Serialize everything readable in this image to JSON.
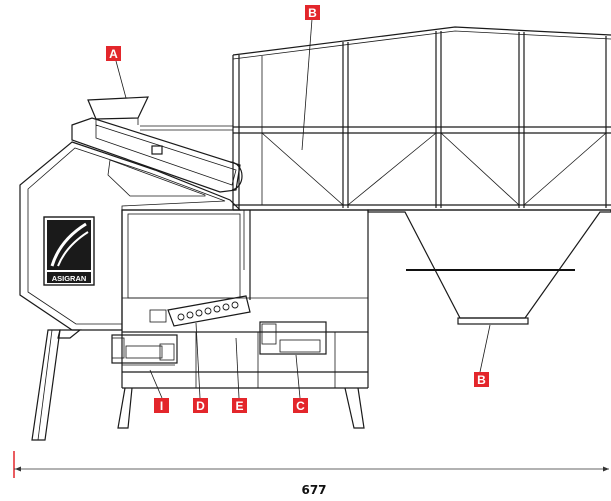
{
  "callouts": [
    {
      "id": "A",
      "label": "A"
    },
    {
      "id": "B-top",
      "label": "B"
    },
    {
      "id": "B-bottom",
      "label": "B"
    },
    {
      "id": "I",
      "label": "I"
    },
    {
      "id": "D",
      "label": "D"
    },
    {
      "id": "E",
      "label": "E"
    },
    {
      "id": "C",
      "label": "C"
    }
  ],
  "logo_text": "ASIGRAN",
  "dimension": {
    "value": "677"
  },
  "colors": {
    "callout": "#e3262b",
    "line": "#1a1a1a",
    "dimension_marker": "#e3262b"
  }
}
